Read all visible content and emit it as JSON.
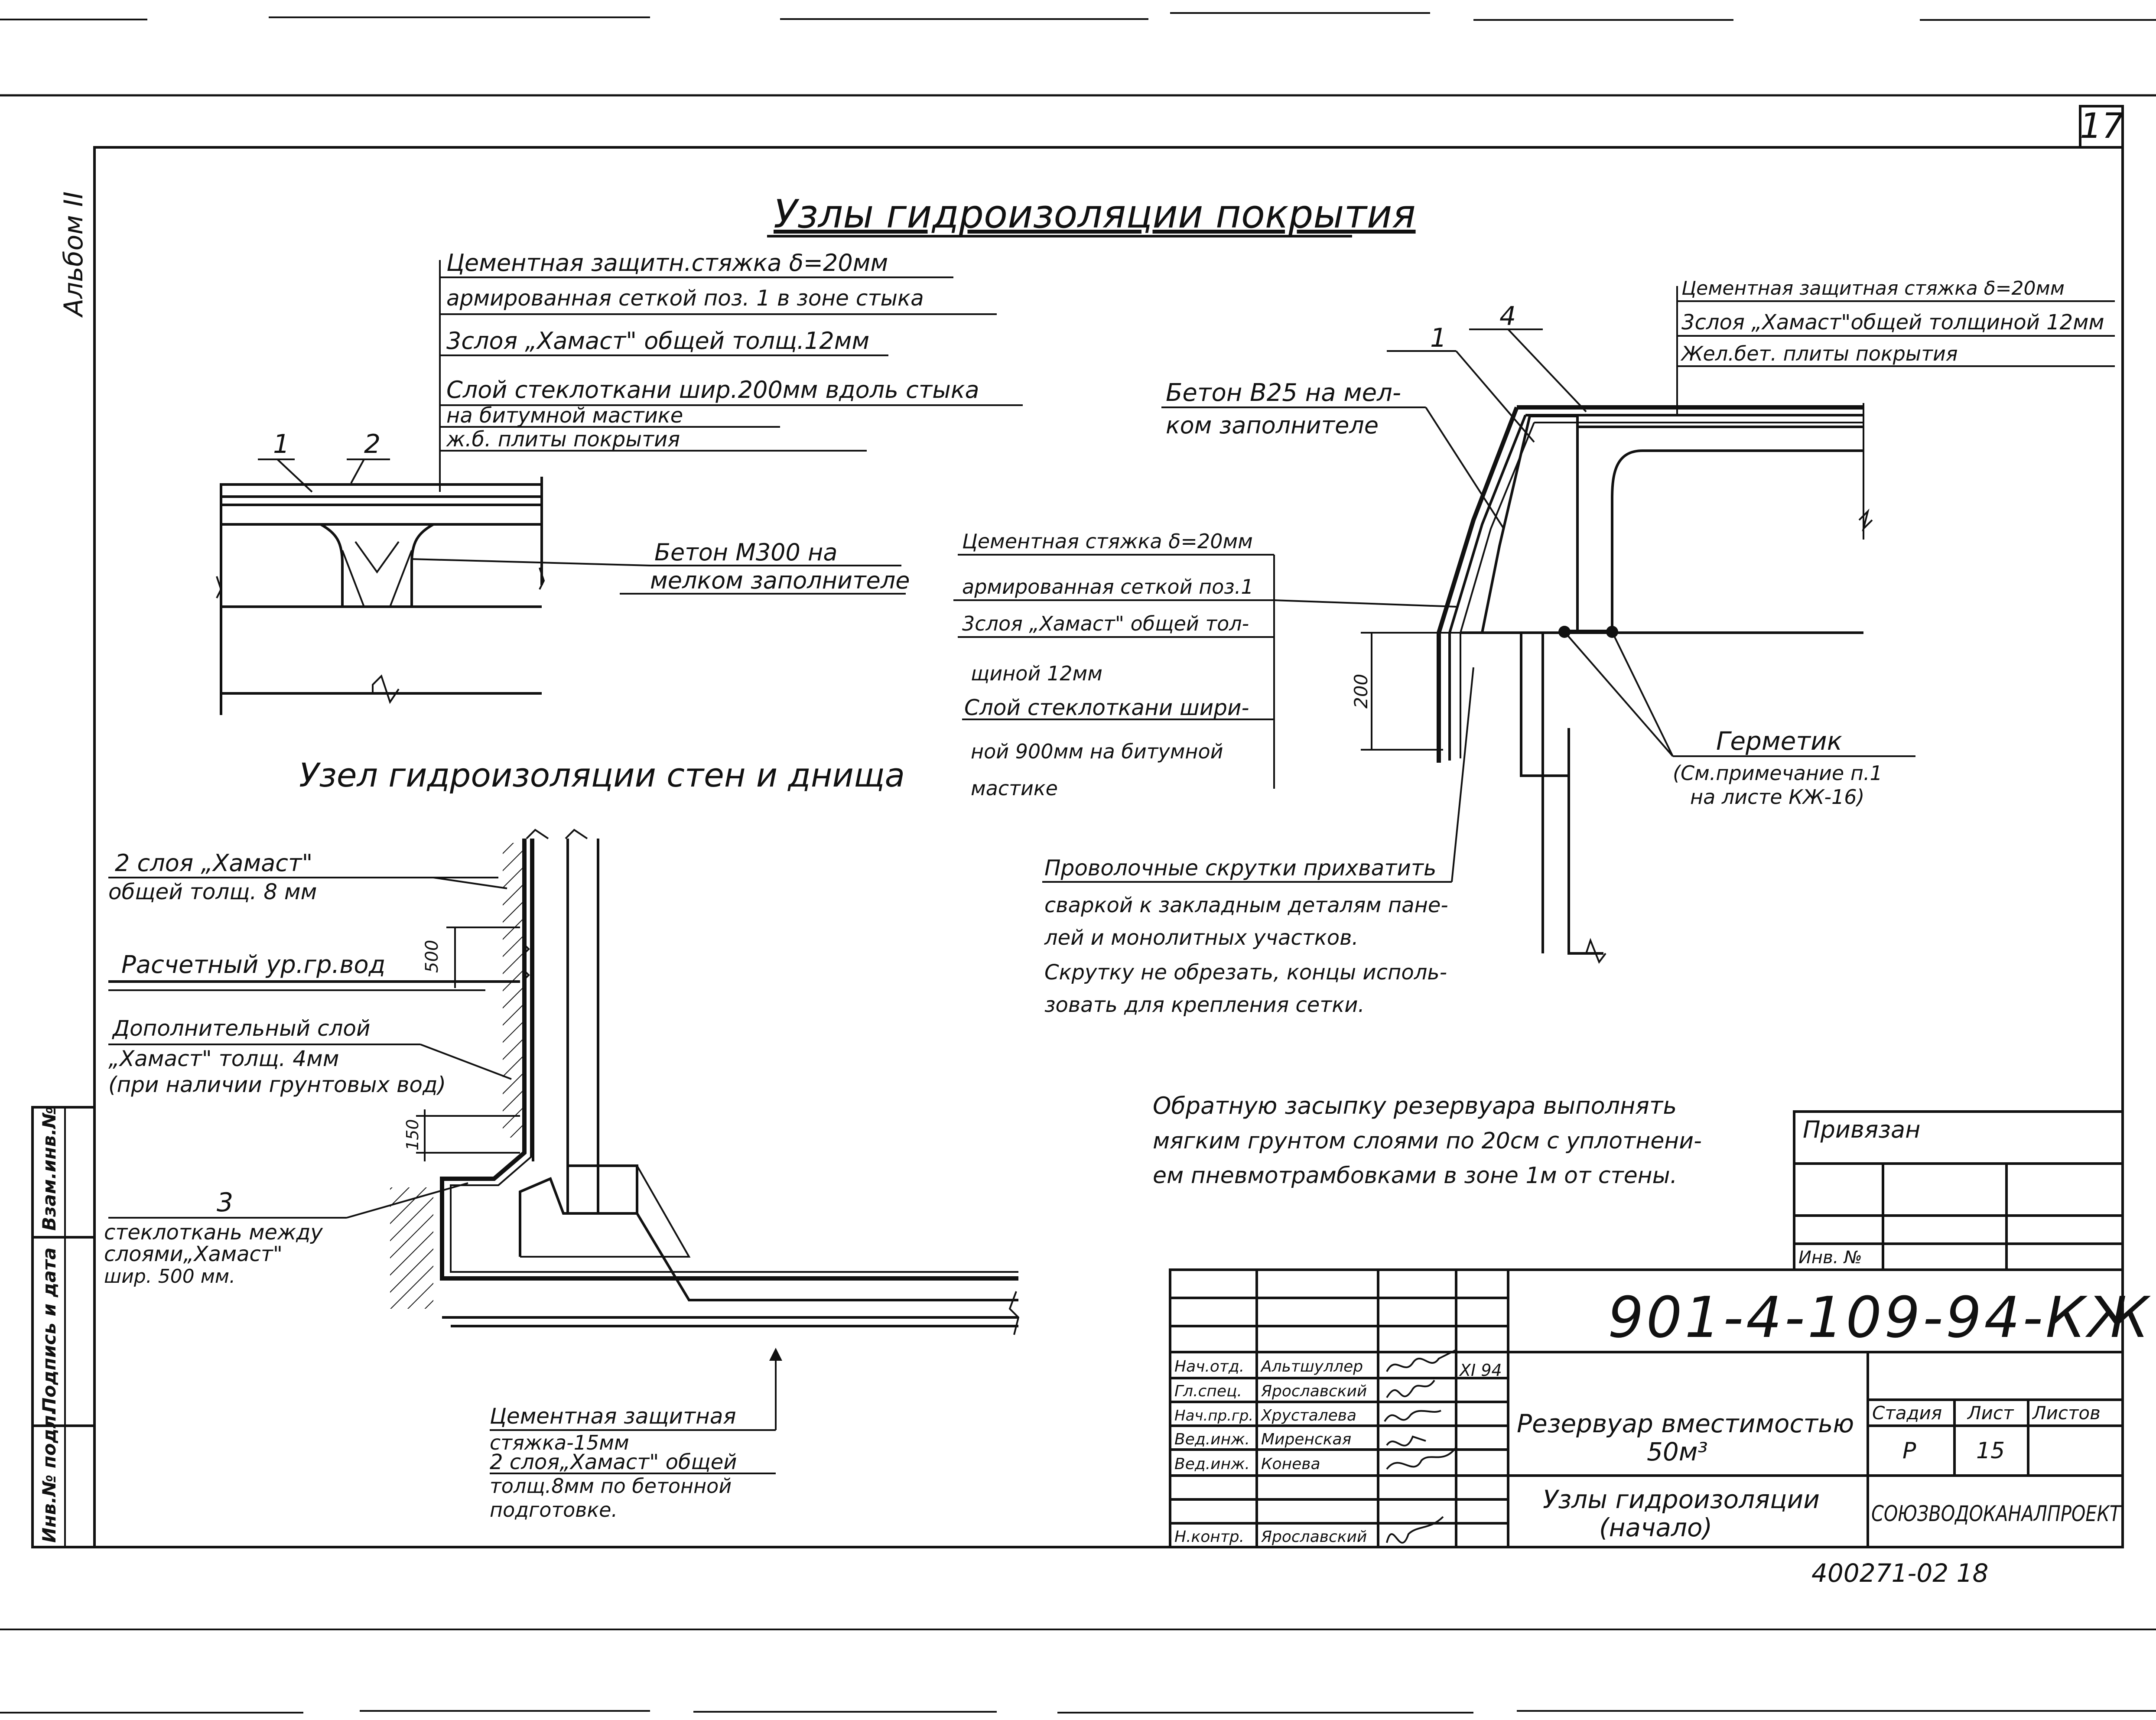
{
  "sheet": {
    "sheet_number": "17",
    "album": "Альбом II",
    "main_title": "Узлы гидроизоляции покрытия",
    "second_title": "Узел гидроизоляции стен и днища",
    "bottom_stamp": "400271-02 18"
  },
  "roof_node": {
    "labels": [
      "Цементная защитн.стяжка δ=20мм",
      "армированная сеткой поз. 1 в зоне стыка",
      "3слоя „Хамаст\" общей толщ.12мм",
      "Слой стеклоткани шир.200мм вдоль стыка",
      "на битумной мастике",
      "ж.б. плиты покрытия"
    ],
    "concrete_note": [
      "Бетон М300 на",
      "мелком заполнителе"
    ],
    "markers": [
      "1",
      "2"
    ]
  },
  "right_node": {
    "top_labels": [
      "Цементная защитная стяжка δ=20мм",
      "3слоя „Хамаст\"общей толщиной 12мм",
      "Жел.бет. плиты покрытия"
    ],
    "concrete_note": [
      "Бетон В25 на мел-",
      "ком заполнителе"
    ],
    "left_labels": [
      "Цементная стяжка δ=20мм",
      "армированная сеткой поз.1",
      "3слоя „Хамаст\" общей тол-",
      "щиной 12мм",
      "Слой стеклоткани шири-",
      "ной 900мм на битумной",
      "мастике"
    ],
    "sealant": [
      "Герметик",
      "(См.примечание п.1",
      "на листе КЖ-16)"
    ],
    "wire_note": [
      "Проволочные скрутки прихватить",
      "сваркой к закладным деталям пане-",
      "лей и монолитных участков.",
      "Скрутку не обрезать, концы исполь-",
      "зовать для крепления сетки."
    ],
    "dim_200": "200",
    "markers": [
      "1",
      "4"
    ]
  },
  "wall_node": {
    "labels": [
      [
        "2 слоя   „Хамаст\"",
        "общей толщ. 8 мм"
      ],
      [
        "Расчетный ур.гр.вод"
      ],
      [
        "Дополнительный слой",
        "„Хамаст\" толщ. 4мм",
        "(при наличии грунтовых вод)"
      ],
      [
        "3",
        "стеклоткань между",
        "слоями„Хамаст\"",
        "шир. 500 мм."
      ]
    ],
    "bottom_note": [
      "Цементная защитная",
      "стяжка-15мм",
      "2 слоя„Хамаст\" общей",
      "толщ.8мм по бетонной",
      "подготовке."
    ],
    "dim_500": "500",
    "dim_150": "150"
  },
  "backfill_note": [
    "Обратную засыпку резервуара выполнять",
    "мягким грунтом слоями по 20см с уплотнени-",
    "ем пневмотрамбовками в зоне 1м от стены."
  ],
  "side_stamp": {
    "cells": [
      "Взам.инв.№",
      "Подпись и дата",
      "Инв.№ подл."
    ]
  },
  "privyazan": {
    "title": "Привязан",
    "inv": "Инв. №"
  },
  "title_block": {
    "code": "901-4-109-94-КЖ",
    "object": [
      "Резервуар вместимостью",
      "50м³"
    ],
    "drawing": [
      "Узлы гидроизоляции",
      "(начало)"
    ],
    "stage_header": "Стадия",
    "sheet_header": "Лист",
    "sheets_header": "Листов",
    "stage": "Р",
    "sheet": "15",
    "organization": "СОЮЗВОДОКАНАЛПРОЕКТ",
    "date": "XI 94",
    "people": [
      {
        "role": "Нач.отд.",
        "name": "Альтшуллер"
      },
      {
        "role": "Гл.спец.",
        "name": "Ярославский"
      },
      {
        "role": "Нач.пр.гр.",
        "name": "Хрусталева"
      },
      {
        "role": "Вед.инж.",
        "name": "Миренская"
      },
      {
        "role": "Вед.инж.",
        "name": "Конева"
      },
      {
        "role": "",
        "name": ""
      },
      {
        "role": "Н.контр.",
        "name": "Ярославский"
      }
    ]
  }
}
